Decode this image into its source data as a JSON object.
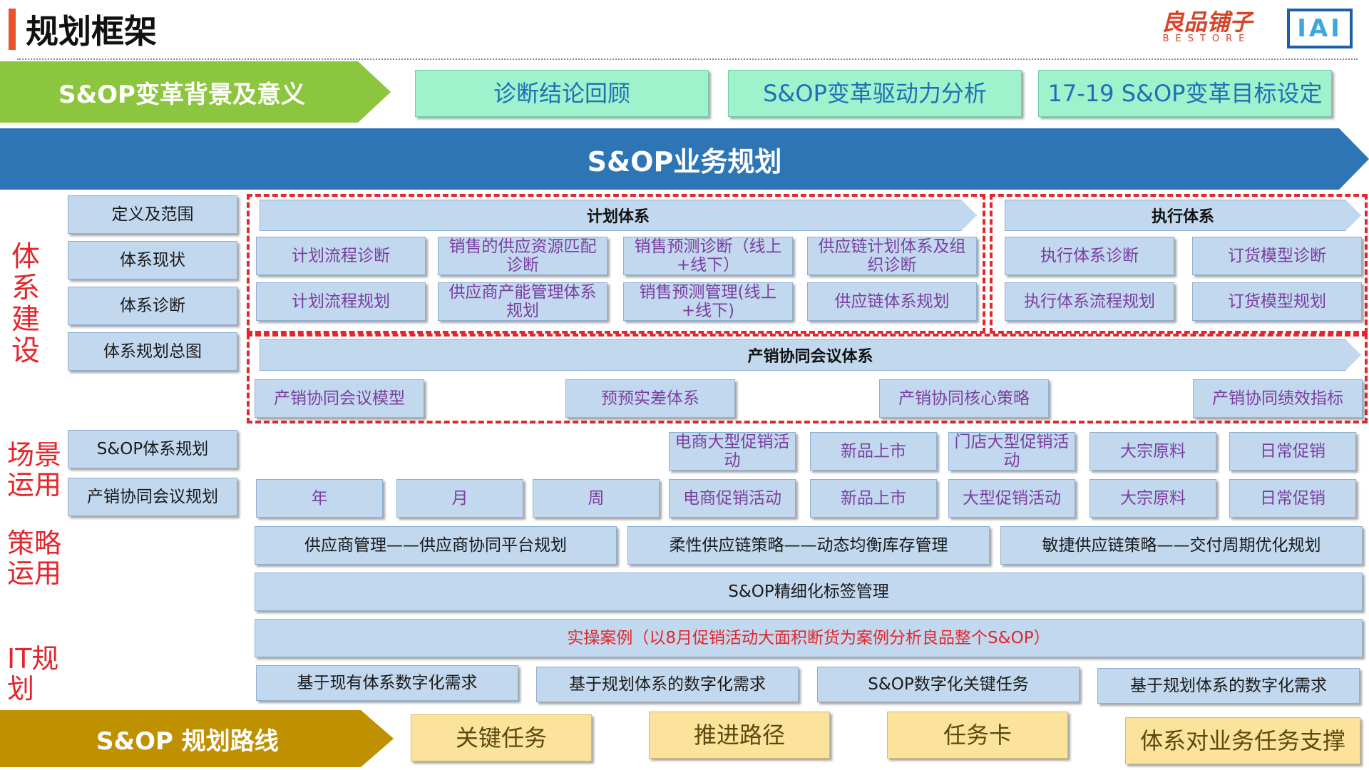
{
  "header": {
    "title": "规划框架",
    "brand_cn": "良品铺子",
    "brand_en": "BESTORE",
    "logo2_text": "IAI"
  },
  "top_row": {
    "background": "S&OP变革背景及意义",
    "items": [
      "诊断结论回顾",
      "S&OP变革驱动力分析",
      "17-19 S&OP变革目标设定"
    ]
  },
  "banner": "S&OP业务规划",
  "left_labels": {
    "system_build": "体系建设",
    "scene_use": "场景运用",
    "strategy_use": "策略运用",
    "it_plan": "IT规划"
  },
  "left_nav": {
    "definition": "定义及范围",
    "status": "体系现状",
    "diagnosis": "体系诊断",
    "overview": "体系规划总图",
    "sop_plan": "S&OP体系规划",
    "meeting_plan": "产销协同会议规划"
  },
  "planning": {
    "title": "计划体系",
    "row1": [
      "计划流程诊断",
      "销售的供应资源匹配诊断",
      "销售预测诊断（线上+线下）",
      "供应链计划体系及组织诊断"
    ],
    "row2": [
      "计划流程规划",
      "供应商产能管理体系规划",
      "销售预测管理(线上+线下)",
      "供应链体系规划"
    ]
  },
  "execution": {
    "title": "执行体系",
    "row1": [
      "执行体系诊断",
      "订货模型诊断"
    ],
    "row2": [
      "执行体系流程规划",
      "订货模型规划"
    ]
  },
  "meeting": {
    "title": "产销协同会议体系",
    "items": [
      "产销协同会议模型",
      "预预实差体系",
      "产销协同核心策略",
      "产销协同绩效指标"
    ]
  },
  "scene_row1": [
    "电商大型促销活动",
    "新品上市",
    "门店大型促销活动",
    "大宗原料",
    "日常促销"
  ],
  "scene_row2": [
    "年",
    "月",
    "周",
    "电商促销活动",
    "新品上市",
    "大型促销活动",
    "大宗原料",
    "日常促销"
  ],
  "strategy": {
    "items": [
      "供应商管理——供应商协同平台规划",
      "柔性供应链策略——动态均衡库存管理",
      "敏捷供应链策略——交付周期优化规划"
    ],
    "tag_mgmt": "S&OP精细化标签管理",
    "case": "实操案例（以8月促销活动大面积断货为案例分析良品整个S&OP）"
  },
  "it": {
    "items": [
      "基于现有体系数字化需求",
      "基于规划体系的数字化需求",
      "S&OP数字化关键任务",
      "基于规划体系的数字化需求"
    ]
  },
  "bottom_row": {
    "route": "S&OP 规划路线",
    "items": [
      "关键任务",
      "推进路径",
      "任务卡",
      "体系对业务任务支撑"
    ]
  },
  "colors": {
    "accent_red": "#e3262c",
    "green_arrow": "#8cc63f",
    "banner_blue": "#2e75b6",
    "gold_arrow": "#bf9000",
    "mint": "#9ef2cc",
    "light_blue": "#c2d8ee",
    "yellow": "#fbe39b"
  }
}
